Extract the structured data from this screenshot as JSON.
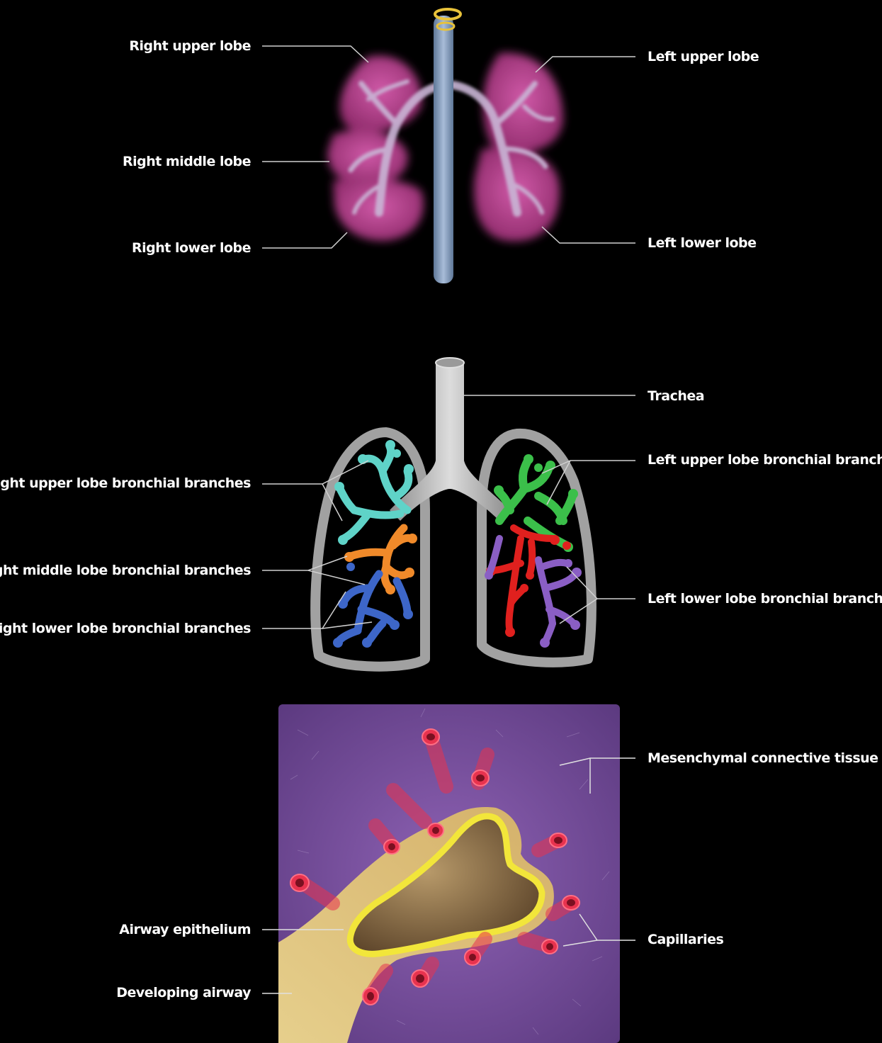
{
  "panel1": {
    "labels": {
      "right_upper": "Right upper lobe",
      "right_middle": "Right middle lobe",
      "right_lower": "Right lower lobe",
      "left_upper": "Left upper lobe",
      "left_lower": "Left lower lobe"
    },
    "colors": {
      "lung": "#b8408f",
      "trachea": "#8fa5c4"
    }
  },
  "panel2": {
    "labels": {
      "trachea": "Trachea",
      "right_upper": "Right upper lobe bronchial branches",
      "right_middle": "Right middle lobe bronchial branches",
      "right_lower": "Right lower lobe bronchial branches",
      "left_upper": "Left upper lobe bronchial branches",
      "left_lower": "Left lower lobe bronchial branches"
    },
    "colors": {
      "right_upper": "#5fd3c8",
      "right_middle": "#f08a2a",
      "right_lower": "#3d66c8",
      "left_upper": "#3bbf4a",
      "left_lower_red": "#e0201e",
      "left_lower_purple": "#8a5ec4",
      "outline": "#c8c8c8"
    }
  },
  "panel3": {
    "labels": {
      "mesenchymal": "Mesenchymal connective tissue",
      "capillaries": "Capillaries",
      "epithelium": "Airway epithelium",
      "developing": "Developing airway"
    },
    "colors": {
      "tissue": "#7a4f9e",
      "airway": "#e8c97a",
      "capillary": "#e8334f"
    }
  }
}
